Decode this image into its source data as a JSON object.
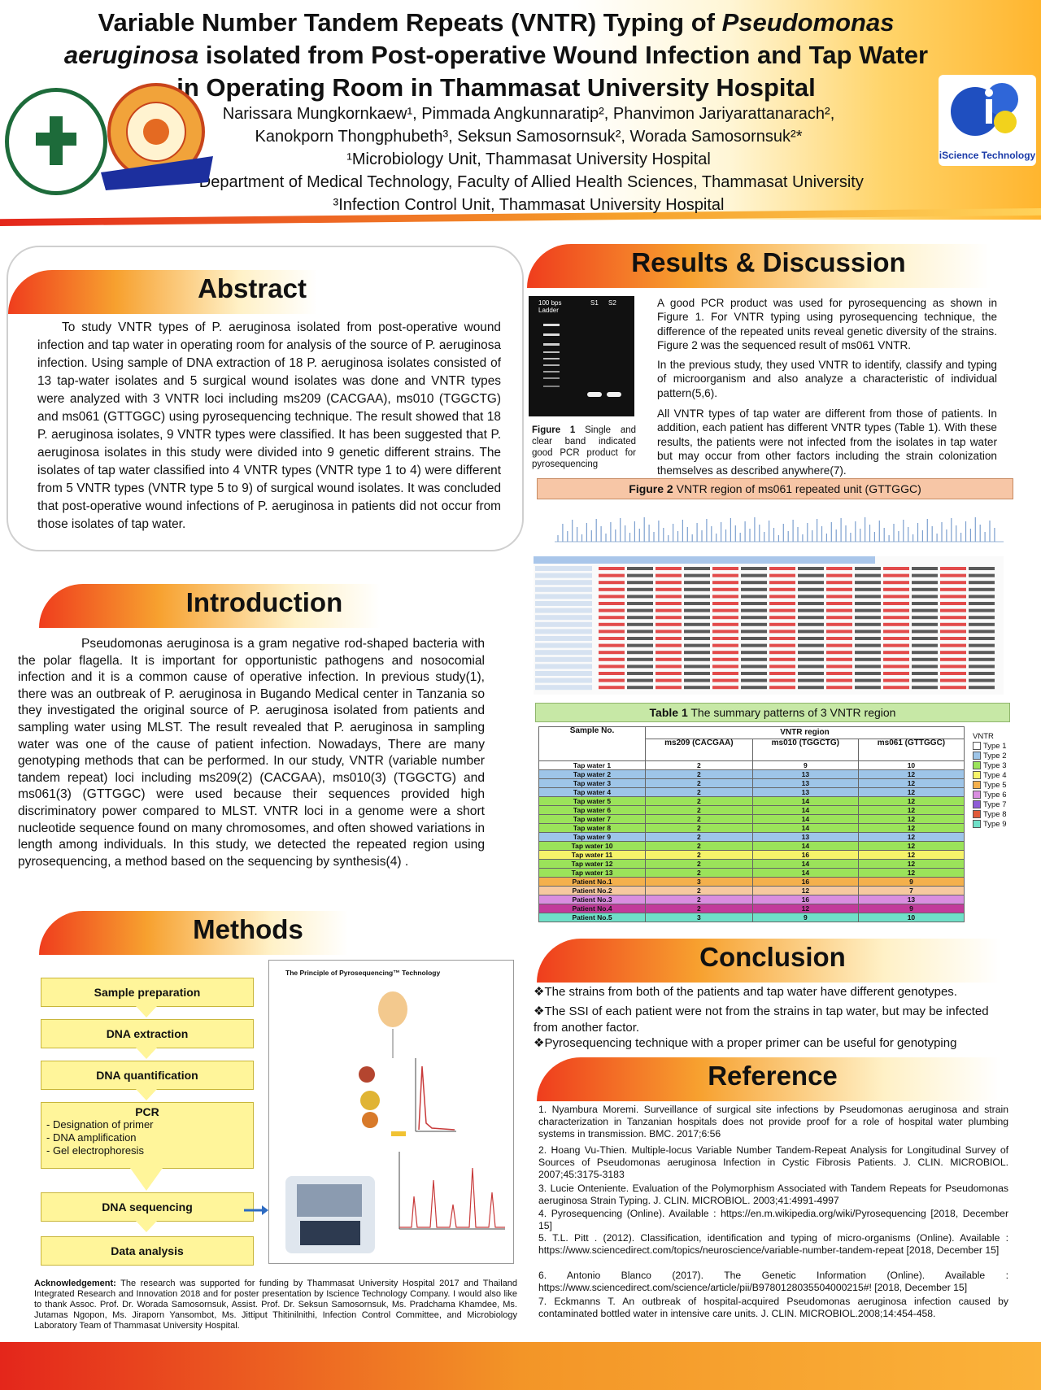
{
  "header": {
    "title_line1_pre": "Variable Number Tandem Repeats (VNTR) Typing of ",
    "title_line1_italic": "Pseudomonas",
    "title_line2_italic": "aeruginosa",
    "title_line2_post": " isolated from Post-operative Wound Infection and Tap Water",
    "title_line3": "in Operating Room in Thammasat University Hospital",
    "authors_line1": "Narissara Mungkornkaew¹,  Pimmada Angkunnaratip²,  Phanvimon Jariyarattanarach²,",
    "authors_line2": "Kanokporn Thongphubeth³,  Seksun Samosornsuk²,  Worada Samosornsuk²*",
    "affiliation1": "¹Microbiology Unit, Thammasat University Hospital",
    "affiliation2": "²Department of Medical Technology, Faculty of Allied Health Sciences, Thammasat University",
    "affiliation3": "³Infection Control Unit, Thammasat University Hospital",
    "logo3_text": "iScience Technology"
  },
  "colors": {
    "accent_red": "#e4261b",
    "accent_orange": "#f7a12f",
    "accent_yellow": "#fff59a"
  },
  "abstract": {
    "heading": "Abstract",
    "body": "To study VNTR types of P. aeruginosa isolated from post-operative wound infection and tap water in operating room for analysis of the source of P. aeruginosa infection. Using sample of DNA extraction of 18 P. aeruginosa isolates consisted of 13 tap-water isolates and 5 surgical wound isolates was done and VNTR types were analyzed with 3 VNTR loci including ms209 (CACGAA), ms010 (TGGCTG) and ms061 (GTTGGC) using pyrosequencing technique. The result showed that 18 P. aeruginosa isolates, 9 VNTR types were classified. It has been suggested that P. aeruginosa isolates in this study were divided into 9 genetic different strains. The isolates of tap water classified into 4 VNTR types (VNTR type 1 to 4) were different from 5 VNTR types (VNTR type 5 to 9) of surgical wound isolates. It was concluded that post-operative wound infections of P. aeruginosa in patients did not occur from those isolates of tap water."
  },
  "introduction": {
    "heading": "Introduction",
    "body": "Pseudomonas aeruginosa is a gram negative rod-shaped bacteria with the polar flagella. It is important for opportunistic pathogens and nosocomial infection and it is a common cause of operative infection. In previous study(1), there was an outbreak of P. aeruginosa in Bugando Medical center in Tanzania so they investigated the original source of P. aeruginosa isolated from patients and sampling water using MLST. The result revealed that P. aeruginosa in sampling water was one of the cause of patient infection. Nowadays, There are many genotyping methods that can be performed. In our study, VNTR (variable number tandem repeat) loci including ms209(2) (CACGAA), ms010(3) (TGGCTG) and ms061(3) (GTTGGC) were used because their sequences provided high discriminatory power compared to MLST. VNTR loci in a genome were a short nucleotide sequence found on many chromosomes, and often showed variations in length among individuals. In this study, we detected the repeated region using pyrosequencing, a method based on the sequencing by synthesis(4) ."
  },
  "methods": {
    "heading": "Methods",
    "steps": [
      "Sample preparation",
      "DNA extraction",
      "DNA quantification"
    ],
    "pcr_title": "PCR",
    "pcr_items": [
      "- Designation of primer",
      "- DNA amplification",
      "- Gel electrophoresis"
    ],
    "steps_after": [
      "DNA sequencing",
      "Data analysis"
    ],
    "pyro_title": "The Principle of Pyrosequencing™ Technology"
  },
  "results": {
    "heading": "Results & Discussion",
    "gel_labels": [
      "100 bps Ladder",
      "S1",
      "S2"
    ],
    "fig1_caption_bold": "Figure 1",
    "fig1_caption": " Single and clear band indicated good PCR product for pyrosequencing",
    "para1": "A good PCR product was used for pyrosequencing as shown in Figure 1. For VNTR typing using pyrosequencing technique, the difference of the repeated units reveal genetic diversity of the strains. Figure 2 was the sequenced result of  ms061 VNTR.",
    "para2": "In the previous study, they used VNTR to identify, classify and typing of microorganism and also analyze a characteristic of individual pattern(5,6).",
    "para3": "All VNTR types of tap water are different from those of patients. In addition, each patient has different  VNTR types (Table 1). With these results, the patients were not infected from the isolates in tap water but may occur from other factors including the strain colonization themselves as described anywhere(7).",
    "fig2_label": "Figure 2",
    "fig2_title": " VNTR region of ms061 repeated unit (GTTGGC)",
    "table1_label": "Table 1",
    "table1_title": " The summary patterns of 3 VNTR region"
  },
  "table1": {
    "col_sample": "Sample No.",
    "col_group": "VNTR region",
    "cols": [
      "ms209 (CACGAA)",
      "ms010 (TGGCTG)",
      "ms061 (GTTGGC)"
    ],
    "rows": [
      {
        "name": "Tap water 1",
        "v": [
          "2",
          "9",
          "10"
        ],
        "color": "#ffffff"
      },
      {
        "name": "Tap water 2",
        "v": [
          "2",
          "13",
          "12"
        ],
        "color": "#9ec5e8"
      },
      {
        "name": "Tap water 3",
        "v": [
          "2",
          "13",
          "12"
        ],
        "color": "#9ec5e8"
      },
      {
        "name": "Tap water 4",
        "v": [
          "2",
          "13",
          "12"
        ],
        "color": "#9ec5e8"
      },
      {
        "name": "Tap water 5",
        "v": [
          "2",
          "14",
          "12"
        ],
        "color": "#9be35a"
      },
      {
        "name": "Tap water 6",
        "v": [
          "2",
          "14",
          "12"
        ],
        "color": "#9be35a"
      },
      {
        "name": "Tap water 7",
        "v": [
          "2",
          "14",
          "12"
        ],
        "color": "#9be35a"
      },
      {
        "name": "Tap water 8",
        "v": [
          "2",
          "14",
          "12"
        ],
        "color": "#9be35a"
      },
      {
        "name": "Tap water 9",
        "v": [
          "2",
          "13",
          "12"
        ],
        "color": "#9ec5e8"
      },
      {
        "name": "Tap water 10",
        "v": [
          "2",
          "14",
          "12"
        ],
        "color": "#9be35a"
      },
      {
        "name": "Tap water 11",
        "v": [
          "2",
          "16",
          "12"
        ],
        "color": "#f6f36a"
      },
      {
        "name": "Tap water 12",
        "v": [
          "2",
          "14",
          "12"
        ],
        "color": "#9be35a"
      },
      {
        "name": "Tap water 13",
        "v": [
          "2",
          "14",
          "12"
        ],
        "color": "#9be35a"
      },
      {
        "name": "Patient No.1",
        "v": [
          "3",
          "16",
          "9"
        ],
        "color": "#f4b04c"
      },
      {
        "name": "Patient No.2",
        "v": [
          "2",
          "12",
          "7"
        ],
        "color": "#f6c9a0"
      },
      {
        "name": "Patient No.3",
        "v": [
          "2",
          "16",
          "13"
        ],
        "color": "#d98ee0"
      },
      {
        "name": "Patient No.4",
        "v": [
          "2",
          "12",
          "9"
        ],
        "color": "#c23b9b"
      },
      {
        "name": "Patient No.5",
        "v": [
          "3",
          "9",
          "10"
        ],
        "color": "#6fe0c8"
      }
    ],
    "legend_title": "VNTR",
    "legend": [
      {
        "label": "Type 1",
        "color": "#ffffff"
      },
      {
        "label": "Type 2",
        "color": "#9ec5e8"
      },
      {
        "label": "Type 3",
        "color": "#9be35a"
      },
      {
        "label": "Type 4",
        "color": "#f6f36a"
      },
      {
        "label": "Type 5",
        "color": "#f4b04c"
      },
      {
        "label": "Type 6",
        "color": "#d98ee0"
      },
      {
        "label": "Type 7",
        "color": "#8e5cd6"
      },
      {
        "label": "Type 8",
        "color": "#e05a3a"
      },
      {
        "label": "Type 9",
        "color": "#6fe0c8"
      }
    ]
  },
  "conclusion": {
    "heading": "Conclusion",
    "bullets": [
      "❖The strains from both of the patients and tap water have different genotypes.",
      "❖The SSI of each patient were not from the strains in tap water, but may be infected from another factor.",
      "❖Pyrosequencing technique with a proper primer can be useful for genotyping"
    ]
  },
  "reference": {
    "heading": "Reference",
    "items": [
      "1. Nyambura Moremi. Surveillance of surgical site infections by Pseudomonas aeruginosa and strain characterization in Tanzanian hospitals does not provide proof for a role of hospital water plumbing systems in transmission. BMC. 2017;6:56",
      "2. Hoang Vu-Thien. Multiple-locus Variable Number Tandem-Repeat Analysis for Longitudinal Survey of Sources of Pseudomonas aeruginosa Infection in Cystic Fibrosis Patients. J. CLIN. MICROBIOL. 2007;45:3175-3183",
      "3. Lucie Onteniente. Evaluation of the Polymorphism Associated with Tandem Repeats for Pseudomonas aeruginosa Strain Typing. J. CLIN. MICROBIOL. 2003;41:4991-4997",
      "4. Pyrosequencing (Online). Available : https://en.m.wikipedia.org/wiki/Pyrosequencing [2018, December 15]",
      "5. T.L. Pitt . (2012). Classification, identification and typing of micro-organisms (Online). Available : https://www.sciencedirect.com/topics/neuroscience/variable-number-tandem-repeat [2018, December 15]",
      "6. Antonio Blanco (2017). The Genetic Information (Online). Available : https://www.sciencedirect.com/science/article/pii/B9780128035504000215#! [2018, December 15]",
      "7. Eckmanns T. An outbreak of hospital-acquired Pseudomonas aeruginosa infection caused by contaminated bottled water in intensive care units. J. CLIN. MICROBIOL.2008;14:454-458."
    ]
  },
  "acknowledgement": {
    "label": "Acknowledgement:",
    "text": " The research was supported for funding by Thammasat University Hospital 2017 and Thailand Integrated Research and Innovation 2018 and for poster presentation by Iscience Technology Company. I would also like to thank Assoc. Prof. Dr. Worada Samosornsuk, Assist. Prof. Dr. Seksun Samosornsuk, Ms. Pradchama Khamdee, Ms. Jutamas Ngopon, Ms. Jiraporn Yansombot, Ms. Jittiput Thitinilnithi, Infection Control Committee, and Microbiology Laboratory Team of Thammasat University Hospital."
  }
}
